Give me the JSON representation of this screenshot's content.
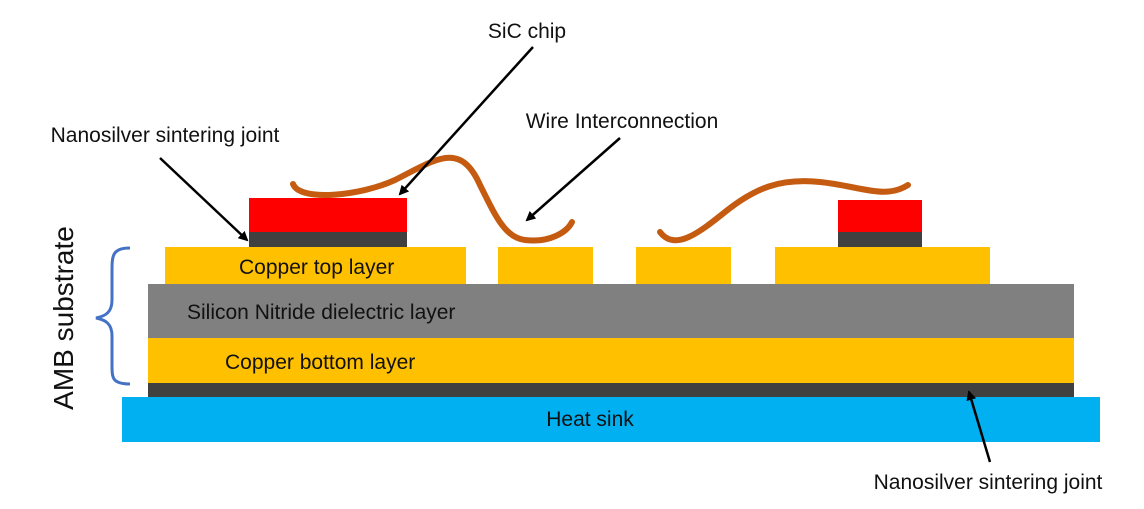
{
  "labels": {
    "sic_chip": "SiC chip",
    "wire_interconnection": "Wire Interconnection",
    "nanosilver_top": "Nanosilver sintering joint",
    "nanosilver_bottom": "Nanosilver sintering joint",
    "copper_top": "Copper top layer",
    "dielectric": "Silicon Nitride dielectric layer",
    "copper_bottom": "Copper bottom layer",
    "heat_sink": "Heat sink",
    "amb_substrate": "AMB substrate"
  },
  "colors": {
    "copper": "#FFC000",
    "dielectric": "#808080",
    "heat_sink": "#00B0F0",
    "sintering_joint": "#404040",
    "chip": "#FF0000",
    "wire": "#C55A11",
    "brace": "#4472C4",
    "arrow": "#000000"
  }
}
